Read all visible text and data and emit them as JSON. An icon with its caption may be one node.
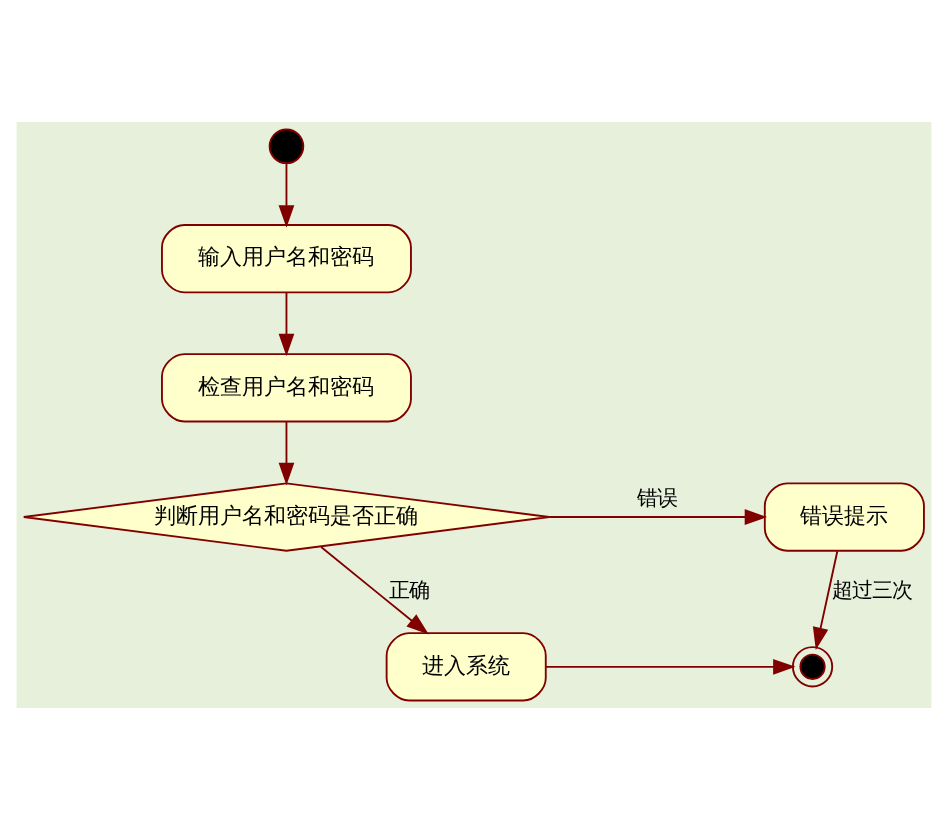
{
  "diagram": {
    "nodes": [
      {
        "text": [],
        "shape": "circle"
      },
      {
        "text": [
          "输入用户名和密码"
        ]
      },
      {
        "text": [
          "检查用户名和密码"
        ]
      },
      {
        "text": [
          "判断用户名和密码是否正确"
        ]
      },
      {
        "text": [
          "错误提示"
        ]
      },
      {
        "text": [
          "进入系统"
        ]
      },
      {
        "text": [],
        "shape": "circle"
      }
    ],
    "edges": [
      {
        "from": 0,
        "to": 1,
        "arrow": "to"
      },
      {
        "from": 1,
        "to": 2,
        "arrow": "to"
      },
      {
        "from": 2,
        "to": 3,
        "arrow": "to"
      },
      {
        "from": 3,
        "to": 4,
        "arrow": "to",
        "label": "错误"
      },
      {
        "from": 3,
        "to": 5,
        "arrow": "to",
        "label": "正确"
      },
      {
        "from": 4,
        "to": 6,
        "arrow": "to",
        "label": "超过三次"
      },
      {
        "from": 5,
        "to": 6,
        "arrow": "to"
      }
    ]
  }
}
